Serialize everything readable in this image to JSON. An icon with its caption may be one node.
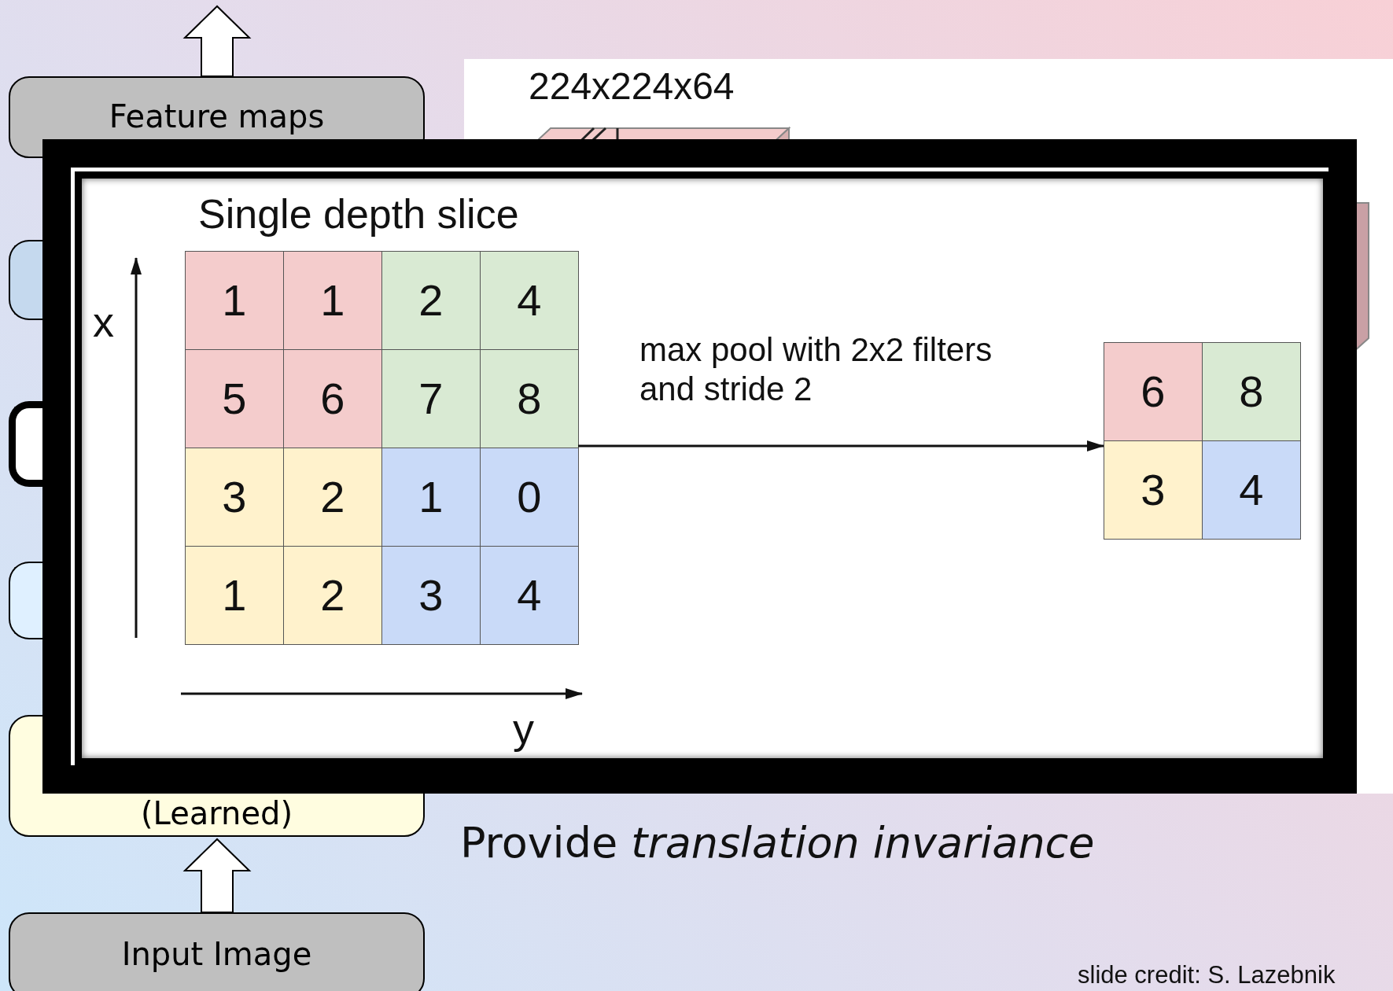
{
  "diagram": {
    "nodes": [
      {
        "text": [
          "Feature maps"
        ]
      },
      {
        "text": [],
        "shape": "box"
      },
      {
        "text": [],
        "shape": "box"
      },
      {
        "text": [],
        "shape": "box"
      },
      {
        "text": [
          "(Learned)"
        ]
      },
      {
        "text": [
          "Input Image"
        ]
      },
      {
        "text": [
          "Single depth slice",
          "1",
          "1",
          "2",
          "4",
          "5",
          "6",
          "7",
          "8",
          "3",
          "2",
          "1",
          "0",
          "1",
          "2",
          "3",
          "4"
        ]
      },
      {
        "text": [
          "6",
          "8",
          "3",
          "4"
        ]
      }
    ],
    "edges": [
      {
        "from": 0,
        "to": null,
        "arrow": "to"
      },
      {
        "from": 5,
        "to": 4,
        "arrow": "to"
      },
      {
        "from": 6,
        "to": 7,
        "arrow": "to",
        "label": "max pool with 2x2 filters and stride 2"
      }
    ],
    "labels": [
      "224x224x64",
      "x",
      "y",
      "Provide *translation invariance*",
      "slide credit: S. Lazebnik"
    ]
  }
}
